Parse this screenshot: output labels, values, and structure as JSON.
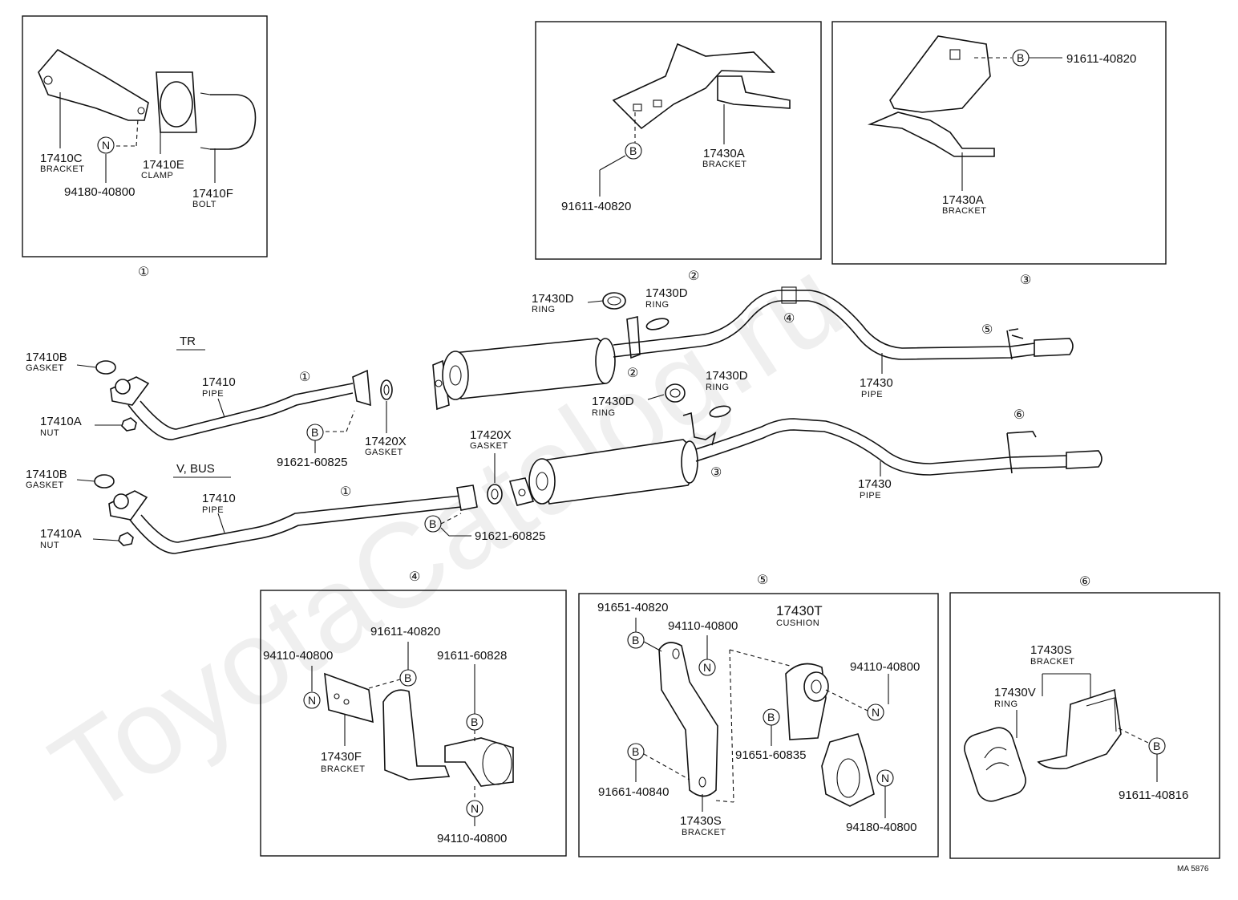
{
  "watermark": "ToyotaCatalog.ru",
  "diagram_code": "MA 5876",
  "sections": {
    "tr": "TR",
    "vbus": "V, BUS"
  },
  "callouts": [
    "①",
    "②",
    "③",
    "④",
    "⑤",
    "⑥"
  ],
  "symbols": {
    "b": "B",
    "n": "N"
  },
  "box1": {
    "bracket_no": "17410C",
    "bracket_lbl": "BRACKET",
    "clamp_no": "17410E",
    "clamp_lbl": "CLAMP",
    "bolt_no": "17410F",
    "bolt_lbl": "BOLT",
    "nut_no": "94180-40800"
  },
  "box2": {
    "bracket_no": "17430A",
    "bracket_lbl": "BRACKET",
    "bolt_no": "91611-40820"
  },
  "box3": {
    "bracket_no": "17430A",
    "bracket_lbl": "BRACKET",
    "bolt_no": "91611-40820"
  },
  "main": {
    "gasket_tr_no": "17410B",
    "gasket_tr_lbl": "GASKET",
    "pipe_tr_no": "17410",
    "pipe_tr_lbl": "PIPE",
    "nut_tr_no": "17410A",
    "nut_tr_lbl": "NUT",
    "bolt_tr_no": "91621-60825",
    "gasketx_tr_no": "17420X",
    "gasketx_tr_lbl": "GASKET",
    "ring1_no": "17430D",
    "ring1_lbl": "RING",
    "ring2_no": "17430D",
    "ring2_lbl": "RING",
    "tail_tr_no": "17430",
    "tail_tr_lbl": "PIPE",
    "ring3_no": "17430D",
    "ring3_lbl": "RING",
    "ring4_no": "17430D",
    "ring4_lbl": "RING",
    "gasketx_v_no": "17420X",
    "gasketx_v_lbl": "GASKET",
    "gasket_v_no": "17410B",
    "gasket_v_lbl": "GASKET",
    "pipe_v_no": "17410",
    "pipe_v_lbl": "PIPE",
    "nut_v_no": "17410A",
    "nut_v_lbl": "NUT",
    "bolt_v_no": "91621-60825",
    "tail_v_no": "17430",
    "tail_v_lbl": "PIPE"
  },
  "box4": {
    "nut_a": "94110-40800",
    "bolt_a": "91611-40820",
    "bolt_b": "91611-60828",
    "bracket_no": "17430F",
    "bracket_lbl": "BRACKET",
    "nut_b": "94110-40800"
  },
  "box5": {
    "bolt_a": "91651-40820",
    "nut_a": "94110-40800",
    "cushion_no": "17430T",
    "cushion_lbl": "CUSHION",
    "nut_b": "94110-40800",
    "bolt_b": "91651-60835",
    "bolt_c": "91661-40840",
    "bracket_no": "17430S",
    "bracket_lbl": "BRACKET",
    "nut_c": "94180-40800"
  },
  "box6": {
    "bracket_no": "17430S",
    "bracket_lbl": "BRACKET",
    "ring_no": "17430V",
    "ring_lbl": "RING",
    "bolt_no": "91611-40816"
  }
}
